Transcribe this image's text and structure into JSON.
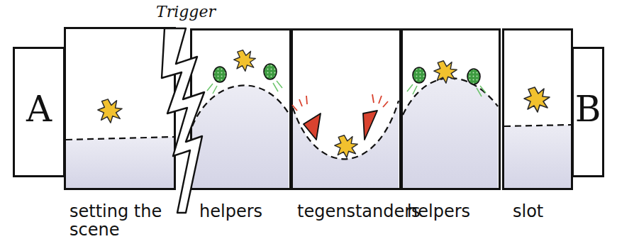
{
  "diagram": {
    "nodes": [
      {
        "text": [
          "A"
        ]
      },
      {
        "text": [
          "setting the scene"
        ]
      },
      {
        "text": [
          "helpers"
        ]
      },
      {
        "text": [
          "tegenstanders"
        ]
      },
      {
        "text": [
          "helpers"
        ]
      },
      {
        "text": [
          "slot"
        ]
      },
      {
        "text": [
          "B"
        ]
      }
    ],
    "labels": [
      "Trigger"
    ]
  }
}
